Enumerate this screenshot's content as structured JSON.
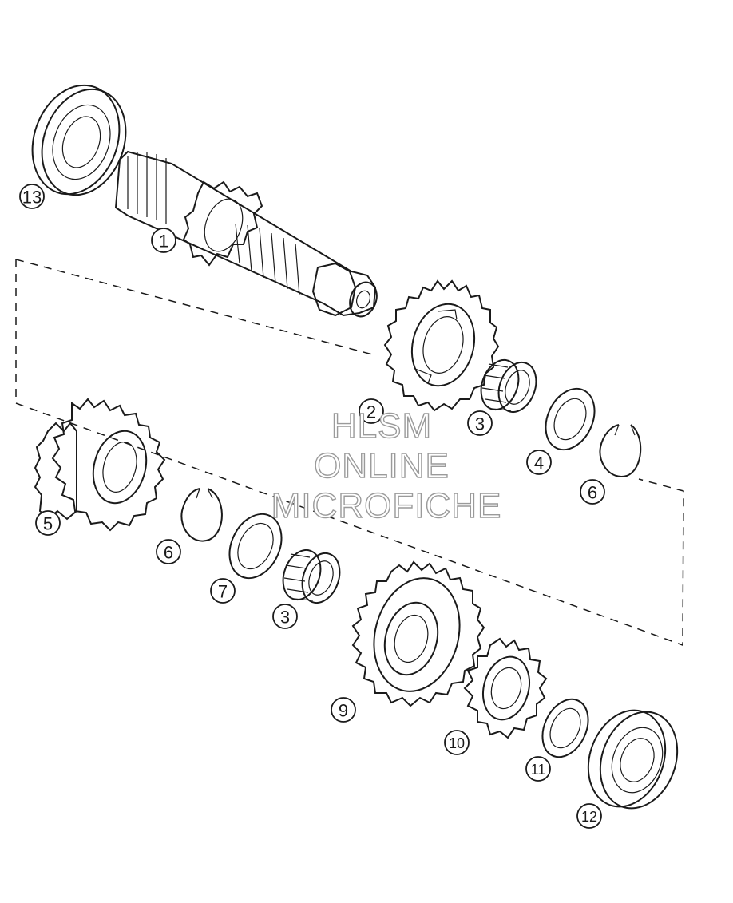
{
  "watermark": {
    "line1": "HLSM",
    "line2": "ONLINE",
    "line3": "MICROFICHE",
    "color": "#9a9a9a"
  },
  "callouts": [
    {
      "id": "c13",
      "label": "13"
    },
    {
      "id": "c1",
      "label": "1"
    },
    {
      "id": "c2",
      "label": "2"
    },
    {
      "id": "c3a",
      "label": "3"
    },
    {
      "id": "c4",
      "label": "4"
    },
    {
      "id": "c6a",
      "label": "6"
    },
    {
      "id": "c5",
      "label": "5"
    },
    {
      "id": "c6b",
      "label": "6"
    },
    {
      "id": "c7",
      "label": "7"
    },
    {
      "id": "c3b",
      "label": "3"
    },
    {
      "id": "c9",
      "label": "9"
    },
    {
      "id": "c10",
      "label": "10"
    },
    {
      "id": "c11",
      "label": "11"
    },
    {
      "id": "c12",
      "label": "12"
    }
  ]
}
